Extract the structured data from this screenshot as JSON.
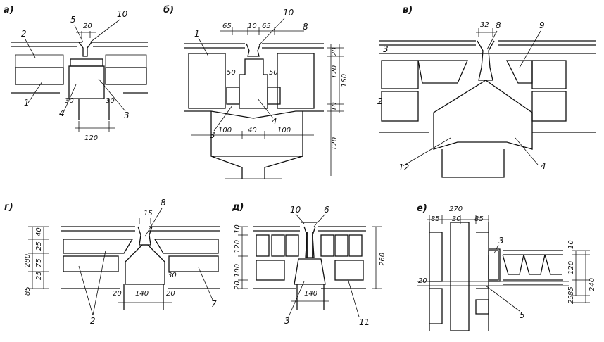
{
  "panels": {
    "a": {
      "label": "а)",
      "marks": {
        "m5": "5",
        "m10": "10",
        "m2": "2",
        "m1": "1",
        "m4": "4",
        "m3": "3"
      },
      "dims": {
        "d20": "20",
        "d30a": "30",
        "d30b": "30",
        "d120": "120"
      }
    },
    "b": {
      "label": "б)",
      "marks": {
        "m10": "10",
        "m8": "8",
        "m1": "1",
        "m3": "3",
        "m4": "4"
      },
      "dims": {
        "d65a": "65",
        "d10": "10",
        "d65b": "65",
        "d50a": "50",
        "d50b": "50",
        "d100a": "100",
        "d40": "40",
        "d100b": "100",
        "v20": "20",
        "v120": "120",
        "v10": "10",
        "v160": "160",
        "v120b": "120"
      }
    },
    "c": {
      "label": "в)",
      "marks": {
        "m8": "8",
        "m9": "9",
        "m3": "3",
        "m2": "2",
        "m12": "12",
        "m4": "4"
      },
      "dims": {
        "d32": "32"
      }
    },
    "d": {
      "label": "г)",
      "marks": {
        "m8": "8",
        "m2": "2",
        "m7": "7"
      },
      "dims": {
        "d15": "15",
        "d30": "30",
        "d20a": "20",
        "d140": "140",
        "d20b": "20",
        "v280": "280",
        "v40": "40",
        "v25a": "25",
        "v75": "75",
        "v25b": "25",
        "v85": "85"
      }
    },
    "e": {
      "label": "д)",
      "marks": {
        "m10": "10",
        "m6": "6",
        "m3": "3",
        "m11": "11"
      },
      "dims": {
        "d140": "140",
        "v10": "10",
        "v120": "120",
        "v100": "100",
        "v20": "20",
        "v260": "260"
      }
    },
    "f": {
      "label": "е)",
      "marks": {
        "m3": "3",
        "m5": "5"
      },
      "dims": {
        "d270": "270",
        "d85a": "85",
        "d30": "30",
        "d85b": "85",
        "d20": "20",
        "v10": "10",
        "v120": "120",
        "v85": "85",
        "v25": "25",
        "v240": "240"
      }
    }
  }
}
